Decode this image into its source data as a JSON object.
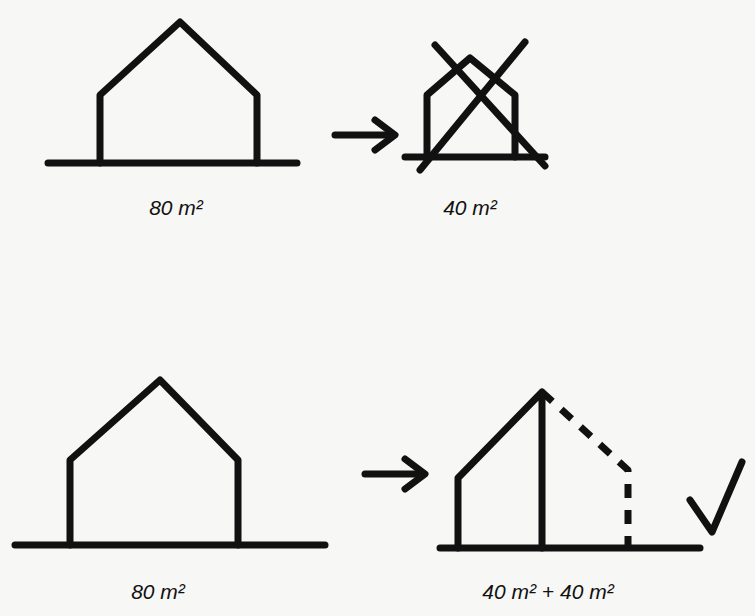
{
  "diagram": {
    "labels": [
      "80 m²",
      "40 m²",
      "80 m²",
      "40 m² + 40 m²"
    ]
  }
}
